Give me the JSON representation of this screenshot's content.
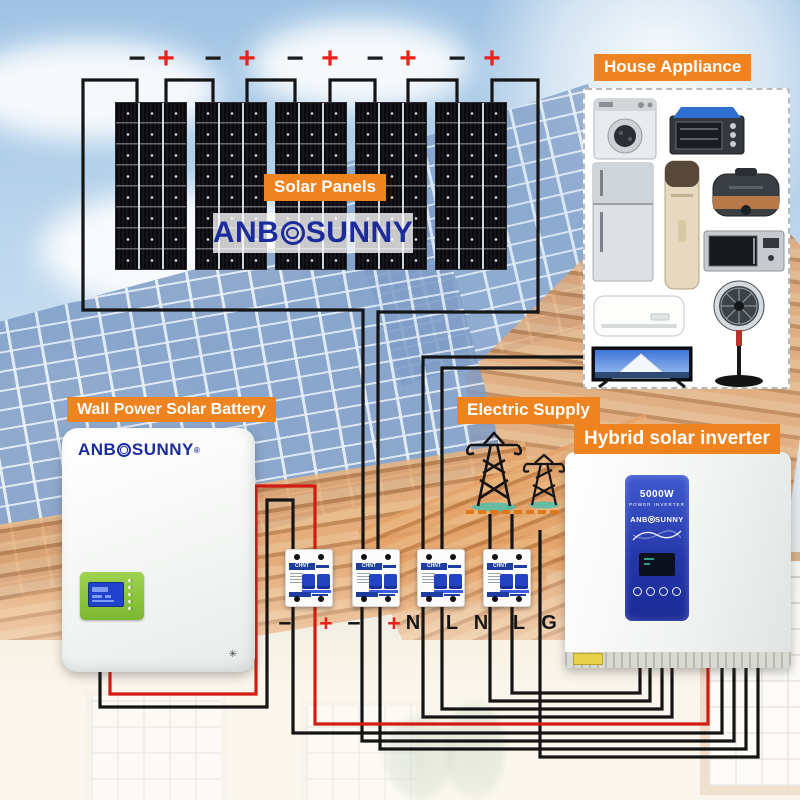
{
  "brand": {
    "prefix": "ANB",
    "suffix": "SUNNY",
    "registered": "®"
  },
  "section_labels": {
    "solar_panels": "Solar Panels",
    "house_appliance": "House Appliance",
    "battery": "Wall Power Solar Battery",
    "electric_supply": "Electric Supply",
    "inverter": "Hybrid solar inverter"
  },
  "pv_terminals": [
    "−",
    "+",
    "−",
    "+",
    "−",
    "+",
    "−",
    "+",
    "−",
    "+"
  ],
  "breaker_row_labels": [
    "−",
    "+",
    "−",
    "+",
    "N",
    "L",
    "N",
    "L",
    "G"
  ],
  "breakers": {
    "brand": "CHNT",
    "count": 4
  },
  "inverter_panel": {
    "power": "5000W",
    "title": "POWER INVERTER"
  },
  "appliances": [
    "washing machine",
    "oven",
    "refrigerator",
    "floor air conditioner",
    "rice cooker",
    "microwave",
    "wall air conditioner",
    "stand fan",
    "television"
  ],
  "colors": {
    "label_bg": "#ee8320",
    "logo_blue": "#1d2c9c",
    "wire_black": "#151515",
    "wire_red": "#d41b12",
    "breaker_blue": "#1d3e9e",
    "battery_green": "#8cc63e",
    "inverter_blue": "#2a3fb5",
    "terminal_red": "#e8231a"
  }
}
